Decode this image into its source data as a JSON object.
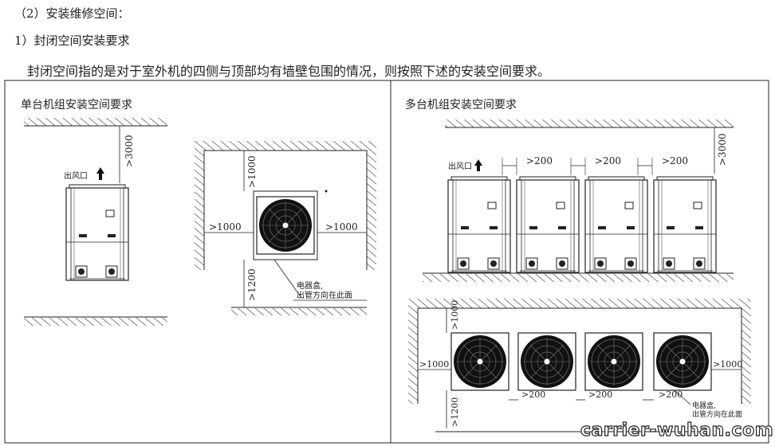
{
  "heading": {
    "section": "（2）安装维修空间：",
    "subsection": "1）封闭空间安装要求",
    "description": "封闭空间指的是对于室外机的四侧与顶部均有墙壁包围的情况，则按照下述的安装空间要求。"
  },
  "single_panel": {
    "title": "单台机组安装空间要求",
    "outlet_label": "出风口",
    "top_clearance": ">3000",
    "plan_top": ">1000",
    "plan_left": ">1000",
    "plan_right": ">1000",
    "plan_bottom": ">1200",
    "ebox_label_1": "电器盒,",
    "ebox_label_2": "出管方向在此面"
  },
  "multi_panel": {
    "title": "多台机组安装空间要求",
    "outlet_label": "出风口",
    "top_clearance": ">3000",
    "gap_1": ">200",
    "gap_2": ">200",
    "gap_3": ">200",
    "plan_top": ">1000",
    "plan_left": ">1000",
    "plan_right": ">1000",
    "plan_bottom": ">1200",
    "plan_gap_1": ">200",
    "plan_gap_2": ">200",
    "plan_gap_3": ">200",
    "ebox_label_1": "电器盒,",
    "ebox_label_2": "出管方向在此面"
  },
  "watermark": "carrier-wuhan.com"
}
